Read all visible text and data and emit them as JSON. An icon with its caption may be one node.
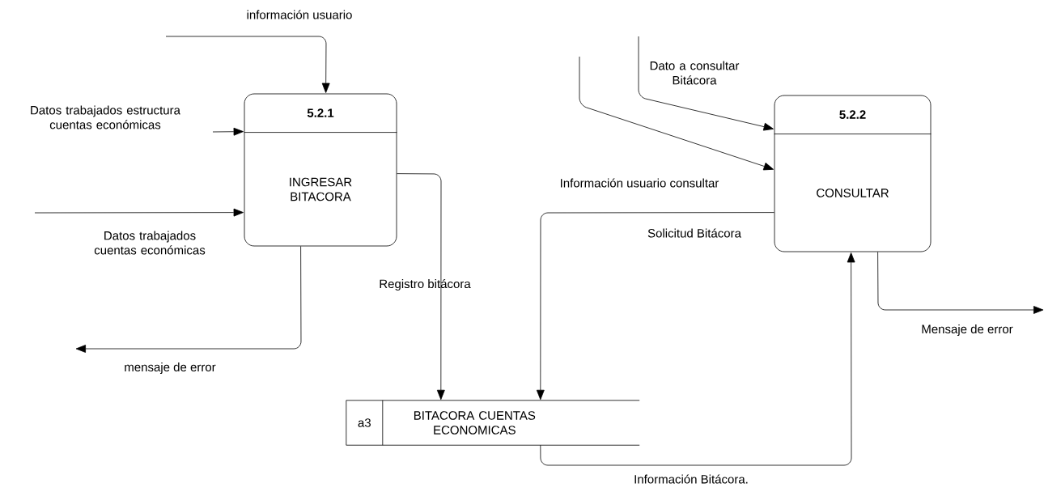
{
  "diagram": {
    "nodes": [
      {
        "text": [
          "5.2.1",
          "INGRESAR BITACORA"
        ]
      },
      {
        "text": [
          "5.2.2",
          "CONSULTAR"
        ]
      },
      {
        "text": [
          "a3",
          "BITACORA CUENTAS ECONOMICAS"
        ]
      }
    ],
    "edges": [
      {
        "from": null,
        "to": 0,
        "arrow": "to",
        "label": "información usuario"
      },
      {
        "from": null,
        "to": 0,
        "arrow": "to",
        "label": "Datos trabajados estructura cuentas económicas"
      },
      {
        "from": null,
        "to": 0,
        "arrow": "to",
        "label": "Datos trabajados cuentas económicas"
      },
      {
        "from": 0,
        "to": null,
        "arrow": "to",
        "label": "mensaje de error"
      },
      {
        "from": 0,
        "to": 2,
        "arrow": "to",
        "label": "Registro bitácora"
      },
      {
        "from": null,
        "to": 1,
        "arrow": "to",
        "label": "Dato a consultar Bitácora"
      },
      {
        "from": null,
        "to": 1,
        "arrow": "to",
        "label": "Información usuario consultar"
      },
      {
        "from": 1,
        "to": 2,
        "arrow": "to",
        "label": "Solicitud Bitácora"
      },
      {
        "from": 2,
        "to": 1,
        "arrow": "to",
        "label": "Información Bitácora."
      },
      {
        "from": 1,
        "to": null,
        "arrow": "to",
        "label": "Mensaje de error"
      }
    ]
  }
}
